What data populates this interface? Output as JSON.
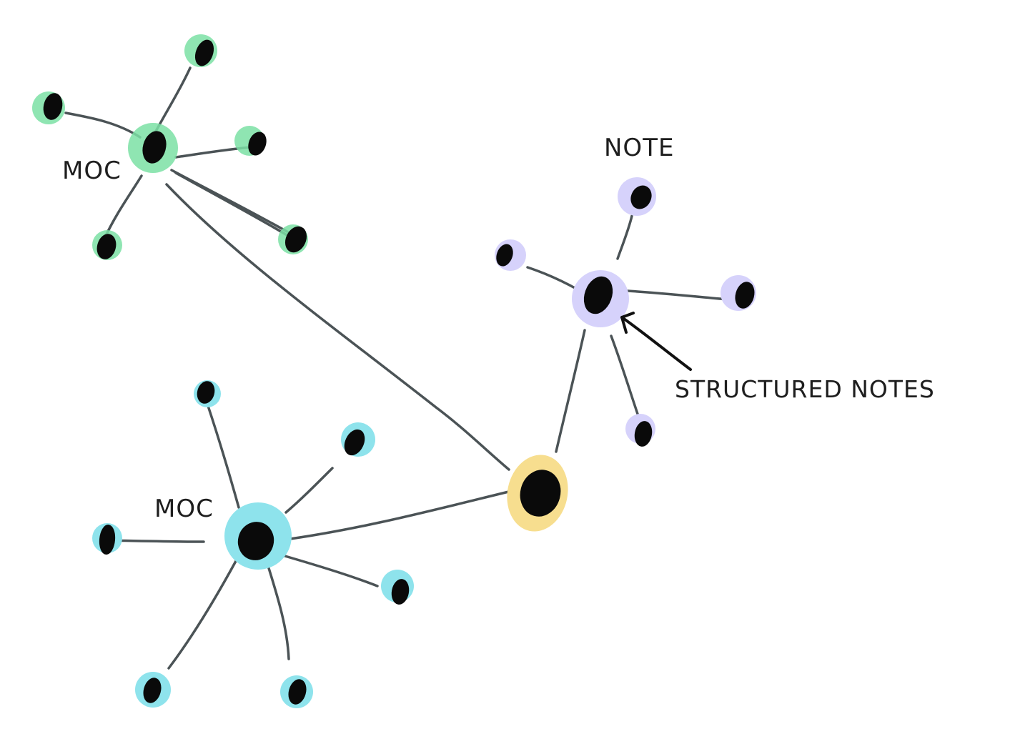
{
  "labels": {
    "moc_top": "MOC",
    "moc_bottom": "MOC",
    "note": "NOTE",
    "structured_notes": "STRUCTURED NOTES"
  },
  "colors": {
    "green_cluster": "#7be0a4",
    "blue_cluster": "#8ee3ec",
    "purple_cluster": "#d6d2fb",
    "hub_yellow": "#f7de8f",
    "node_black": "#0a0a0a",
    "edge_gray": "#4b5356",
    "arrow": "#111111"
  }
}
